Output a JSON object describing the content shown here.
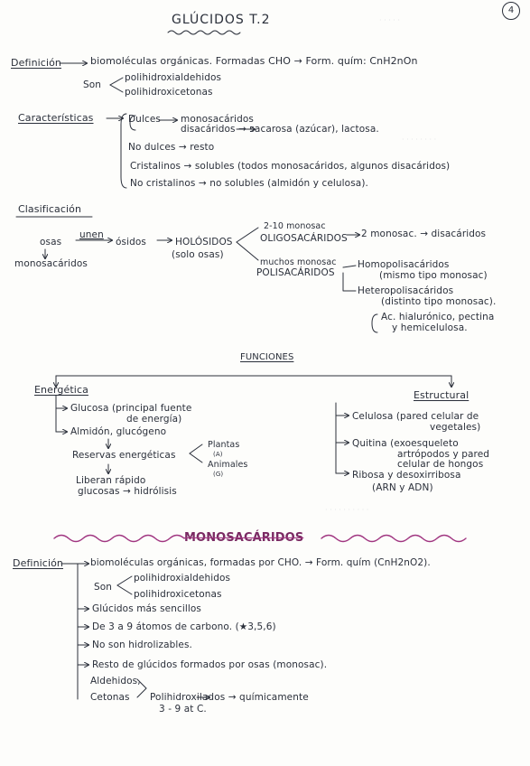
{
  "title": "GLÚCIDOS T.2",
  "page_number": "4",
  "definicion": {
    "label": "Definición",
    "text": "biomoléculas orgánicas. Formadas CHO → Form. quím: CnH2nOn",
    "son": "Son",
    "opt1": "polihidroxialdehidos",
    "opt2": "polihidroxicetonas"
  },
  "caracteristicas": {
    "label": "Características",
    "dulces": "Dulces",
    "mono": "monosacáridos",
    "disac": "disacáridos → sacarosa (azúcar), lactosa.",
    "no_dulces": "No dulces → resto",
    "cristalinos": "Cristalinos → solubles (todos monosacáridos, algunos disacáridos)",
    "no_cristalinos": "No cristalinos → no solubles (almidón y celulosa)."
  },
  "clasificacion": {
    "label": "Clasificación",
    "osas": "osas",
    "unen": "unen",
    "osidos": "ósidos",
    "holosidos": "HOLÓSIDOS",
    "solo_osas": "(solo osas)",
    "monosacaridos": "monosacáridos",
    "dos_diez": "2-10 monosac",
    "oligo": "OLIGOSACÁRIDOS",
    "dos_mono": "2 monosac. → disacáridos",
    "muchos": "muchos monosac",
    "poli": "POLISACÁRIDOS",
    "homo": "Homopolisacáridos",
    "homo_desc": "(mismo tipo monosac)",
    "hetero": "Heteropolisacáridos",
    "hetero_desc": "(distinto tipo monosac).",
    "ej1": "Ac. hialurónico, pectina",
    "ej2": "y hemicelulosa."
  },
  "funciones": {
    "label": "FUNCIONES",
    "energetica": "Energética",
    "glucosa1": "Glucosa (principal fuente",
    "glucosa2": "de energía)",
    "almidon": "Almidón, glucógeno",
    "reservas": "Reservas energéticas",
    "plantas": "Plantas",
    "plantas_tag": "(A)",
    "animales": "Animales",
    "animales_tag": "(G)",
    "liberan1": "Liberan rápido",
    "liberan2": "glucosas → hidrólisis",
    "estructural": "Estructural",
    "celulosa1": "Celulosa (pared celular de",
    "celulosa2": "vegetales)",
    "quitina1": "Quitina (exoesqueleto",
    "quitina2": "artrópodos y pared",
    "quitina3": "celular de hongos",
    "ribosa1": "Ribosa y desoxirribosa",
    "ribosa2": "(ARN y ADN)"
  },
  "monosacaridos": {
    "title": "MONOSACÁRIDOS",
    "def_label": "Definición",
    "def_text": "biomoléculas orgánicas, formadas por CHO. → Form. quím (CnH2nO2).",
    "son": "Son",
    "opt1": "polihidroxialdehidos",
    "opt2": "polihidroxicetonas",
    "p1": "Glúcidos más sencillos",
    "p2": "De 3 a 9 átomos de carbono. (★3,5,6)",
    "p3": "No son hidrolizables.",
    "p4": "Resto de glúcidos formados por osas (monosac).",
    "aldehidos": "Aldehidos,",
    "cetonas": "Cetonas",
    "poli": "Polihidroxilados → químicamente",
    "rango": "3 - 9 at C."
  },
  "colors": {
    "ink": "#2a2f3a",
    "accent": "#7a2a63",
    "wave": "#a03580"
  }
}
